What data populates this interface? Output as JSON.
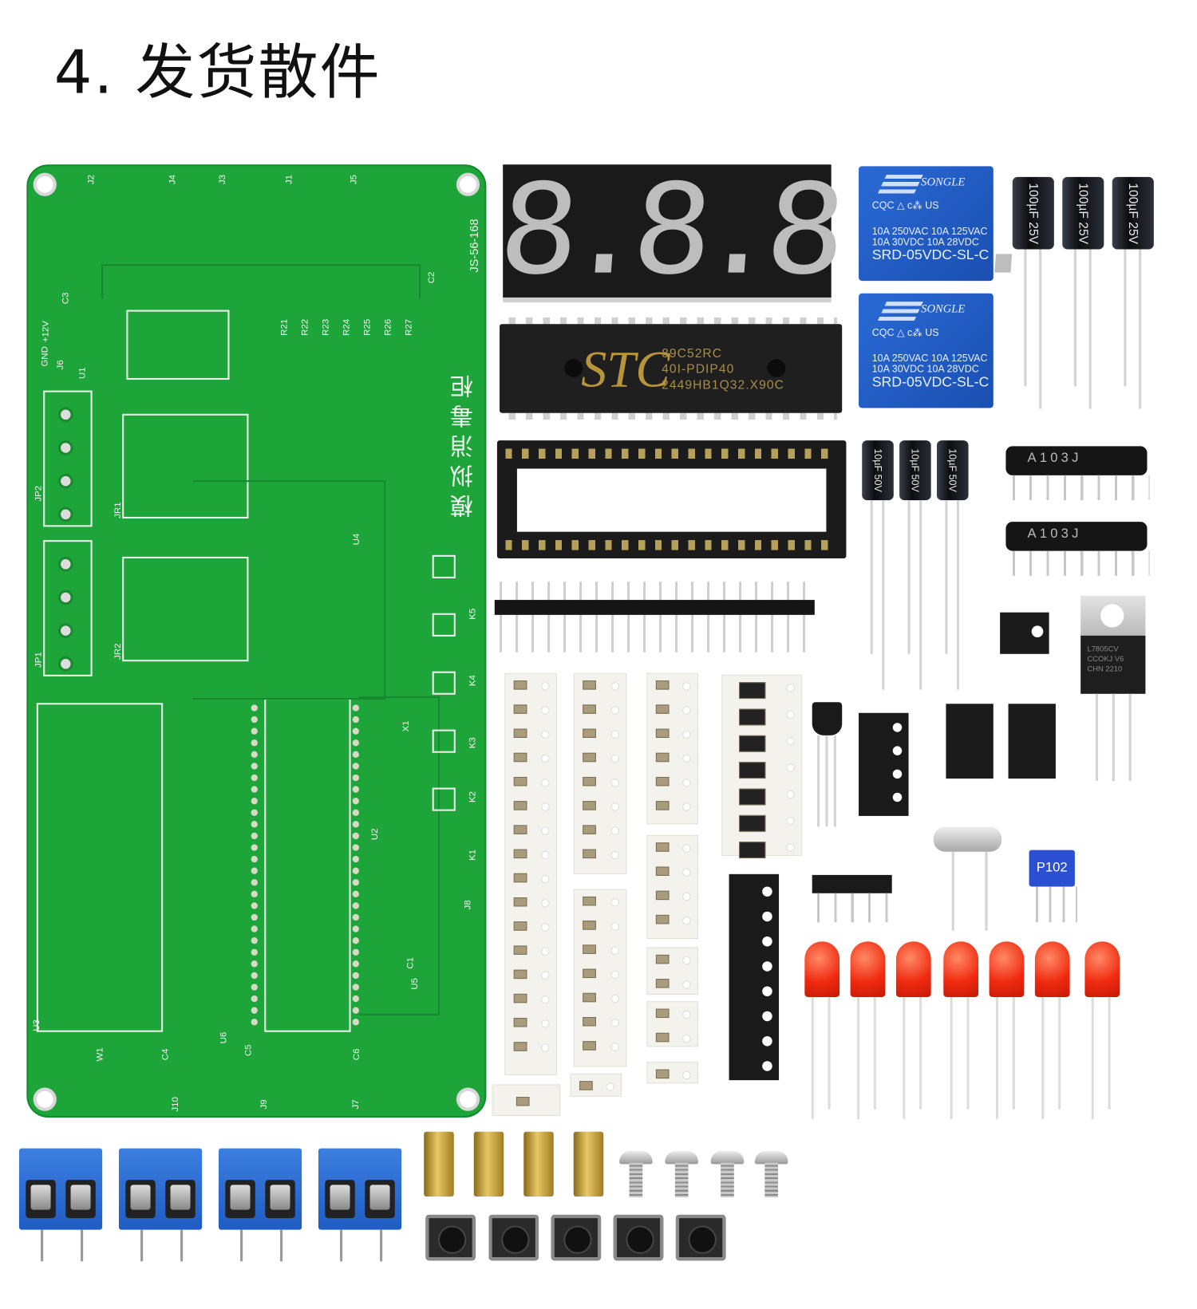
{
  "title": "4. 发货散件",
  "pcb": {
    "model": "JS-56-168",
    "name": "模拟消毒柜",
    "labels": [
      "J2",
      "J4",
      "J3",
      "J1",
      "J5",
      "+12V",
      "GND",
      "J6",
      "U1",
      "JP2",
      "JP1",
      "JR1",
      "JR2",
      "U2",
      "U3",
      "U4",
      "U5",
      "U6",
      "K1",
      "K2",
      "K3",
      "K4",
      "K5",
      "X1",
      "J7",
      "J8",
      "J9",
      "J10",
      "W1",
      "C1",
      "C2",
      "C3",
      "C4",
      "C5",
      "C6",
      "R21",
      "R22",
      "R23",
      "R24",
      "R25",
      "R26",
      "R27"
    ]
  },
  "display": {
    "digits": "8.8.8.8."
  },
  "relays": [
    {
      "brand": "SONGLE",
      "cert": "CQC △   c⁂ US",
      "spec1": "10A 250VAC  10A 125VAC",
      "spec2": "10A  30VDC  10A  28VDC",
      "model": "SRD-05VDC-SL-C"
    },
    {
      "brand": "SONGLE",
      "cert": "CQC △   c⁂ US",
      "spec1": "10A 250VAC  10A 125VAC",
      "spec2": "10A  30VDC  10A  28VDC",
      "model": "SRD-05VDC-SL-C"
    }
  ],
  "cap100": {
    "label": "100µF 25V"
  },
  "cap10": {
    "label": "10µF 50V"
  },
  "mcu": {
    "brand": "STC",
    "line1": "89C52RC",
    "line2": "40I-PDIP40",
    "line3": "2449HB1Q32.X90C"
  },
  "resistor_network": {
    "label": "A103J"
  },
  "regulator": {
    "line1": "L7805CV",
    "line2": "CCOKJ  V6",
    "line3": "CHN  2210"
  },
  "potentiometer": {
    "label": "P102"
  },
  "colors": {
    "pcb": "#1ea53a",
    "relay": "#1f5fc4",
    "led": "#f02a10",
    "brass": "#d4b050"
  }
}
